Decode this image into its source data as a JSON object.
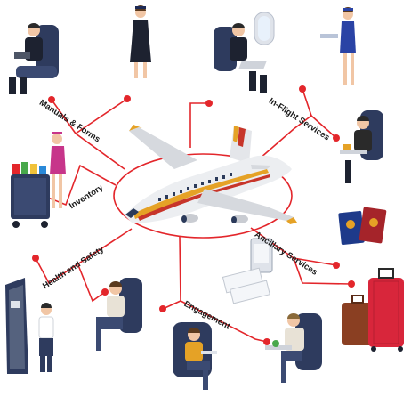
{
  "diagram": {
    "center": "airplane",
    "labels": {
      "manuals_forms": "Manuals & Forms",
      "inflight_services": "In-Flight Services",
      "inventory": "Inventory",
      "ancillary_services": "Ancillary Services",
      "health_safety": "Health and Safety",
      "engagement": "Engagement"
    },
    "colors": {
      "connector": "#e3262b",
      "node": "#e3262b",
      "plane_body": "#e9ebee",
      "plane_stripe": "#e5a226",
      "seat": "#2e3b5e"
    }
  }
}
